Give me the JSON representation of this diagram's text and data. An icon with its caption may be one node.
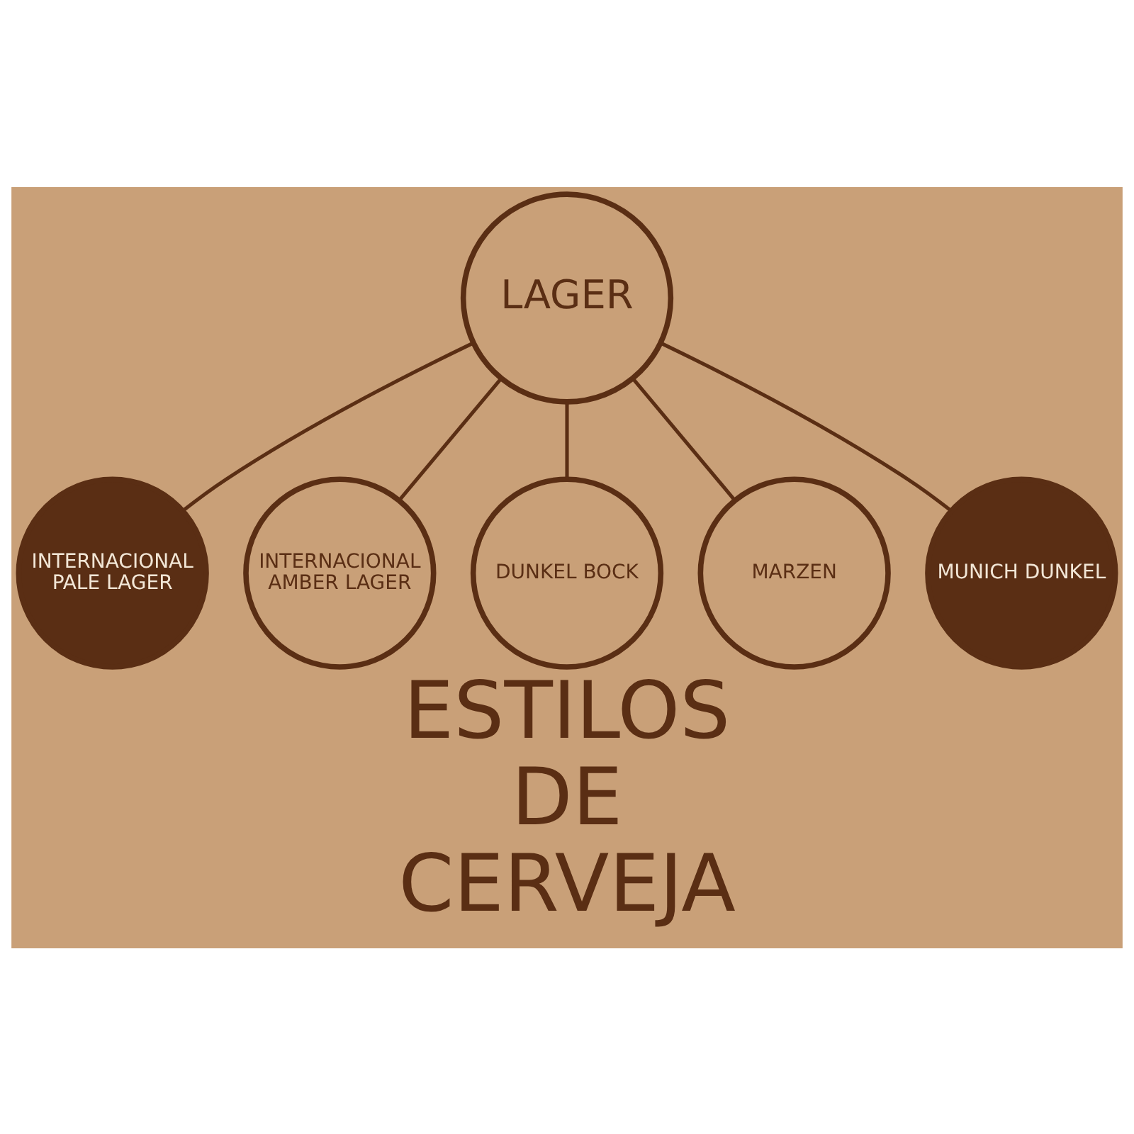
{
  "diagram": {
    "title": "ESTILOS DE CERVEJA",
    "nodes": [
      {
        "text": [
          "LAGER"
        ]
      },
      {
        "text": [
          "INTERNACIONAL PALE LAGER"
        ]
      },
      {
        "text": [
          "INTERNACIONAL AMBER LAGER"
        ]
      },
      {
        "text": [
          "DUNKEL BOCK"
        ]
      },
      {
        "text": [
          "MARZEN"
        ]
      },
      {
        "text": [
          "MUNICH DUNKEL"
        ]
      }
    ],
    "edges": [
      {
        "from": 0,
        "to": 1,
        "arrow": "none"
      },
      {
        "from": 0,
        "to": 2,
        "arrow": "none"
      },
      {
        "from": 0,
        "to": 3,
        "arrow": "none"
      },
      {
        "from": 0,
        "to": 4,
        "arrow": "none"
      },
      {
        "from": 0,
        "to": 5,
        "arrow": "none"
      }
    ]
  }
}
